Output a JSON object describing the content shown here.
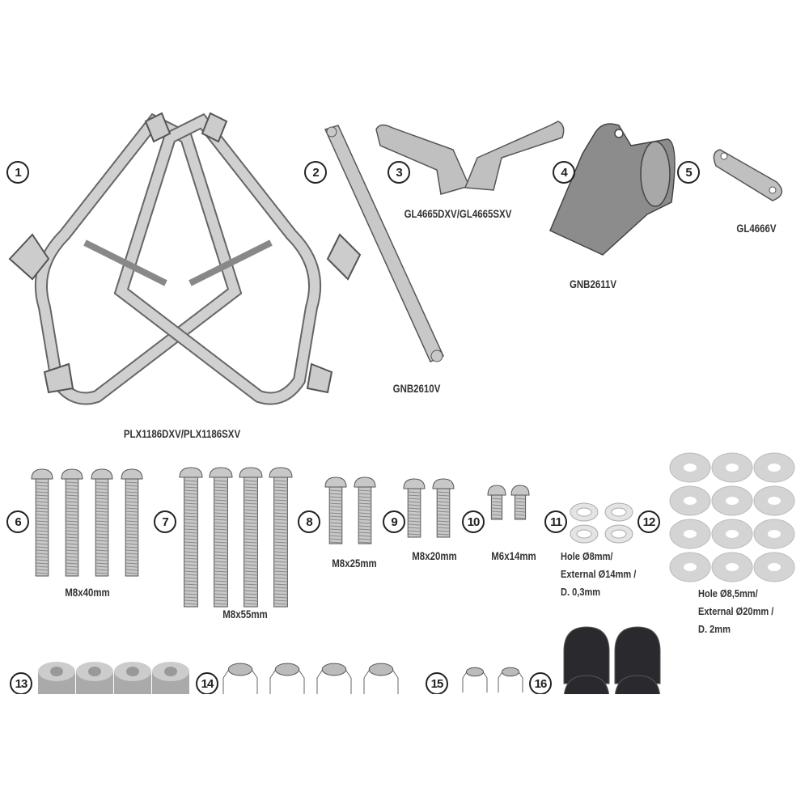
{
  "parts": [
    {
      "number": "1",
      "code": "PLX1186DXV/PLX1186SXV"
    },
    {
      "number": "2",
      "code": "GNB2610V"
    },
    {
      "number": "3",
      "code": "GL4665DXV/GL4665SXV"
    },
    {
      "number": "4",
      "code": "GNB2611V"
    },
    {
      "number": "5",
      "code": "GL4666V"
    },
    {
      "number": "6",
      "code": "M8x40mm",
      "quantity": 4
    },
    {
      "number": "7",
      "code": "M8x55mm",
      "quantity": 4
    },
    {
      "number": "8",
      "code": "M8x25mm",
      "quantity": 2
    },
    {
      "number": "9",
      "code": "M8x20mm",
      "quantity": 2
    },
    {
      "number": "10",
      "code": "M6x14mm",
      "quantity": 2
    },
    {
      "number": "11",
      "spec": [
        "Hole Ø8mm/",
        "External Ø14mm /",
        "D. 0,3mm"
      ],
      "quantity": 4
    },
    {
      "number": "12",
      "spec": [
        "Hole Ø8,5mm/",
        "External Ø20mm /",
        "D. 2mm"
      ],
      "quantity": 12
    },
    {
      "number": "13",
      "quantity": 4
    },
    {
      "number": "14",
      "quantity": 4
    },
    {
      "number": "15",
      "quantity": 2
    },
    {
      "number": "16",
      "quantity": 4
    }
  ],
  "colors": {
    "metal": "#c8c8c8",
    "outline": "#555555",
    "cap": "#2a2a2e",
    "washer": "#d4d4d4"
  }
}
